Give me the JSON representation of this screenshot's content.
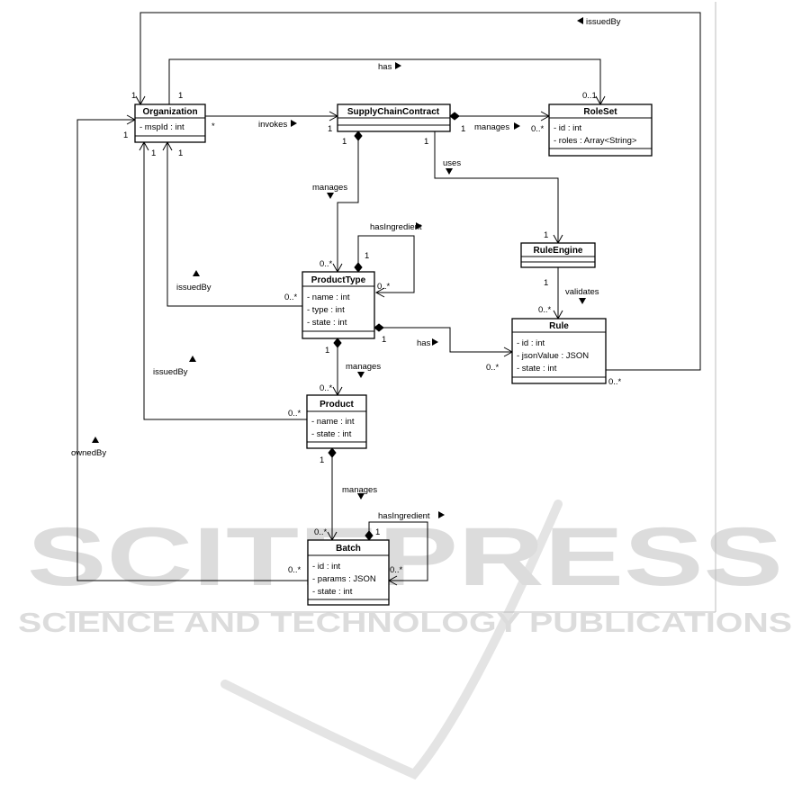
{
  "classes": {
    "organization": {
      "name": "Organization",
      "attrs": [
        "- mspId : int"
      ]
    },
    "supply_chain_contract": {
      "name": "SupplyChainContract",
      "attrs": []
    },
    "role_set": {
      "name": "RoleSet",
      "attrs": [
        "- id : int",
        "- roles : Array<String>"
      ]
    },
    "rule_engine": {
      "name": "RuleEngine",
      "attrs": []
    },
    "rule": {
      "name": "Rule",
      "attrs": [
        "- id : int",
        "- jsonValue : JSON",
        "- state : int"
      ]
    },
    "product_type": {
      "name": "ProductType",
      "attrs": [
        "- name : int",
        "- type : int",
        "- state : int"
      ]
    },
    "product": {
      "name": "Product",
      "attrs": [
        "- name : int",
        "- state : int"
      ]
    },
    "batch": {
      "name": "Batch",
      "attrs": [
        "- id : int",
        "- params : JSON",
        "- state : int"
      ]
    }
  },
  "associations": {
    "rule_issued_by": {
      "label": "issuedBy",
      "mult_org": "1",
      "mult_rule": "0..*"
    },
    "org_has_roleset": {
      "label": "has",
      "mult_org": "1",
      "mult_roleset": "0..1"
    },
    "org_invokes_contract": {
      "label": "invokes",
      "mult_org": "*",
      "mult_contract": "1"
    },
    "contract_manages_roleset": {
      "label": "manages",
      "mult_contract": "1",
      "mult_roleset": "0..*"
    },
    "contract_uses_engine": {
      "label": "uses",
      "mult_contract": "1",
      "mult_engine": "1"
    },
    "contract_manages_producttype": {
      "label": "manages",
      "mult_contract": "1",
      "mult_producttype": "0..*"
    },
    "producttype_has_ingredient": {
      "label": "hasIngredient",
      "mult_whole": "1",
      "mult_part": "0..*"
    },
    "producttype_issued_by": {
      "label": "issuedBy",
      "mult_org": "1",
      "mult_producttype": "0..*"
    },
    "engine_validates_rule": {
      "label": "validates",
      "mult_engine": "1",
      "mult_rule": "0..*"
    },
    "producttype_has_rule": {
      "label": "has",
      "mult_producttype": "1",
      "mult_rule": "0..*"
    },
    "producttype_manages_product": {
      "label": "manages",
      "mult_producttype": "1",
      "mult_product": "0..*"
    },
    "product_issued_by": {
      "label": "issuedBy",
      "mult_org": "1",
      "mult_product": "0..*"
    },
    "batch_owned_by": {
      "label": "ownedBy",
      "mult_org": "1",
      "mult_batch": "0..*"
    },
    "product_manages_batch": {
      "label": "manages",
      "mult_product": "1",
      "mult_batch": "0..*"
    },
    "batch_has_ingredient": {
      "label": "hasIngredient",
      "mult_whole": "1",
      "mult_part": "0..*"
    }
  },
  "watermark": {
    "brand": "SCITEPRESS",
    "tagline": "SCIENCE AND TECHNOLOGY PUBLICATIONS"
  }
}
